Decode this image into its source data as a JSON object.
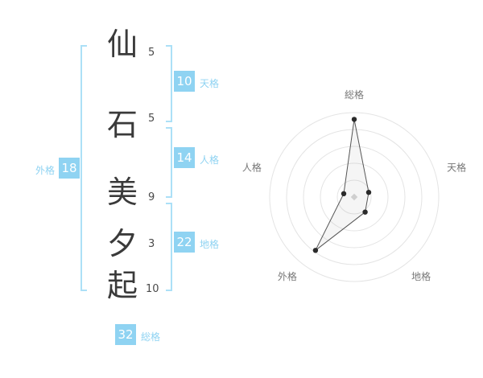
{
  "name_diagram": {
    "characters": [
      {
        "char": "仙",
        "strokes": "5"
      },
      {
        "char": "石",
        "strokes": "5"
      },
      {
        "char": "美",
        "strokes": "9"
      },
      {
        "char": "夕",
        "strokes": "3"
      },
      {
        "char": "起",
        "strokes": "10"
      }
    ],
    "kaku": {
      "tenkaku": {
        "label": "天格",
        "value": "10"
      },
      "jinkaku": {
        "label": "人格",
        "value": "14"
      },
      "chikaku": {
        "label": "地格",
        "value": "22"
      },
      "gaikaku": {
        "label": "外格",
        "value": "18"
      },
      "soukaku": {
        "label": "総格",
        "value": "32"
      }
    }
  },
  "colors": {
    "accent_box": "#8fd3f2",
    "accent_label": "#8fd3f2",
    "bracket": "#ace0f7",
    "character_text": "#3a3a3a"
  },
  "chart_data": {
    "type": "radar",
    "categories": [
      "総格",
      "天格",
      "地格",
      "外格",
      "人格"
    ],
    "keys": [
      "soukaku",
      "tenkaku",
      "chikaku",
      "gaikaku",
      "jinkaku"
    ],
    "values": [
      32,
      10,
      22,
      18,
      14
    ],
    "radii_normalized": [
      0.92,
      0.18,
      0.22,
      0.78,
      0.13
    ],
    "rings": 5,
    "grid": "concentric-circles",
    "legend": "none",
    "axis_label_color": "#777777",
    "ring_color": "#e4e4e4",
    "polygon_stroke": "#555555",
    "polygon_fill": "rgba(160,160,160,0.10)",
    "point_color": "#2b2b2b",
    "center_marker_color": "#cfcfcf"
  }
}
